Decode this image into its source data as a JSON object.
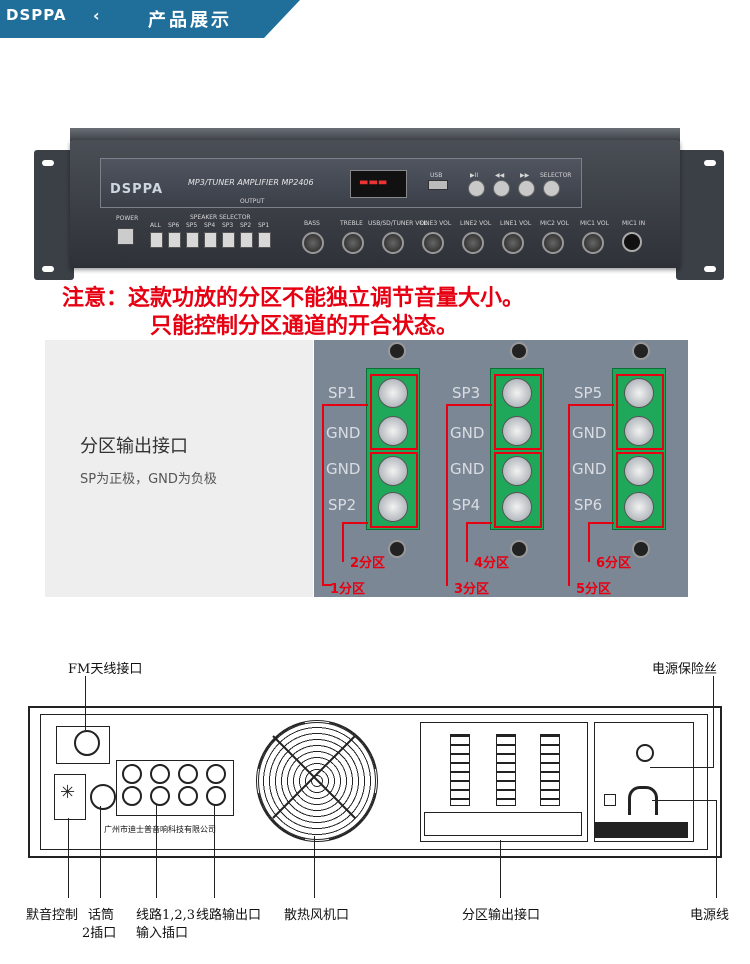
{
  "header": {
    "logo": "DSPPA",
    "back_icon": "chevron-left-icon",
    "title": "产品展示",
    "bg_color": "#1f6f9a"
  },
  "amplifier": {
    "brand": "DSPPA",
    "model_line": "MP3/TUNER AMPLIFIER MP2406",
    "power_label": "POWER",
    "speaker_selector_label": "SPEAKER SELECTOR",
    "selector_buttons": [
      "ALL",
      "SP6",
      "SP5",
      "SP4",
      "SP3",
      "SP2",
      "SP1"
    ],
    "knob_labels": [
      "BASS",
      "TREBLE",
      "USB/SD/TUNER VOL",
      "LINE3 VOL",
      "LINE2 VOL",
      "LINE1 VOL",
      "MIC2 VOL",
      "MIC1 VOL",
      "MIC1 IN"
    ],
    "transport_labels": [
      "USB",
      "▶II",
      "◀◀",
      "▶▶",
      "SELECTOR"
    ],
    "output_label": "OUTPUT"
  },
  "notice": {
    "line1": "注意：这款功放的分区不能独立调节音量大小。",
    "line2": "只能控制分区通道的开合状态。",
    "color": "#e60012"
  },
  "terminals": {
    "title": "分区输出接口",
    "subtitle": "SP为正极，GND为负极",
    "labels_left": [
      "SP1",
      "GND",
      "GND",
      "SP2"
    ],
    "labels_mid": [
      "SP3",
      "GND",
      "GND",
      "SP4"
    ],
    "labels_right": [
      "SP5",
      "GND",
      "GND",
      "SP6"
    ],
    "zones": [
      "1分区",
      "2分区",
      "3分区",
      "4分区",
      "5分区",
      "6分区"
    ]
  },
  "rear_diagram": {
    "top_left_label": "FM天线接口",
    "top_right_label": "电源保险丝",
    "bottom_labels": {
      "mute": "默音控制",
      "mic2_l1": "话筒",
      "mic2_l2": "2插口",
      "line_in_l1": "线路1,2,3",
      "line_in_l2": "输入插口",
      "line_out": "线路输出口",
      "fan": "散热风机口",
      "zone_out": "分区输出接口",
      "power": "电源线"
    },
    "company": "广州市迪士普音响科技有限公司"
  }
}
